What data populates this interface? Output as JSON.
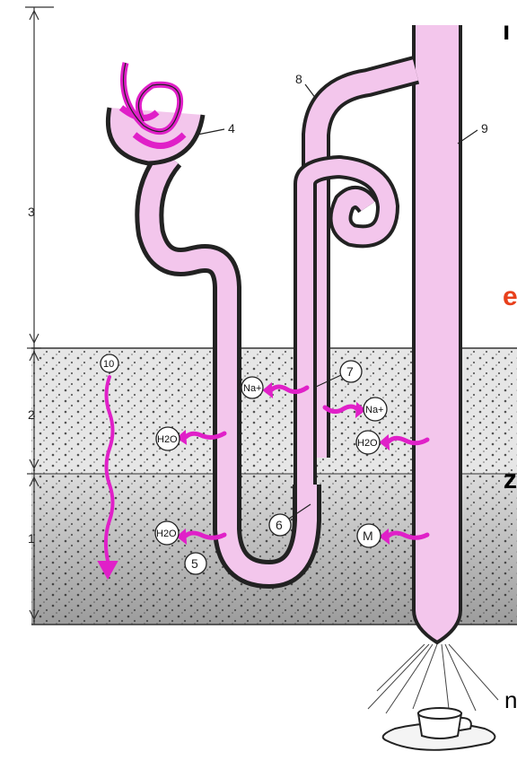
{
  "labels": {
    "l1": "1",
    "l2": "2",
    "l3": "3",
    "l4": "4",
    "l5": "5",
    "l6": "6",
    "l7": "7",
    "l8": "8",
    "l9": "9",
    "l10": "10"
  },
  "ions": {
    "na_in": "Na+",
    "na_out": "Na+",
    "h2o_upper_left": "H2O",
    "h2o_lower_left": "H2O",
    "h2o_right": "H2O",
    "m_right": "M"
  },
  "edge_fragments": {
    "top_left": "ı",
    "mid_right": "e",
    "mid_left": "z",
    "bottom_left": "n"
  },
  "colors": {
    "tubule": "#f3c6ec",
    "magenta": "#e020c8",
    "edge_red": "#e8401c",
    "medulla_outer": "#d8d8d8",
    "medulla_inner": "#a8a8a8"
  }
}
